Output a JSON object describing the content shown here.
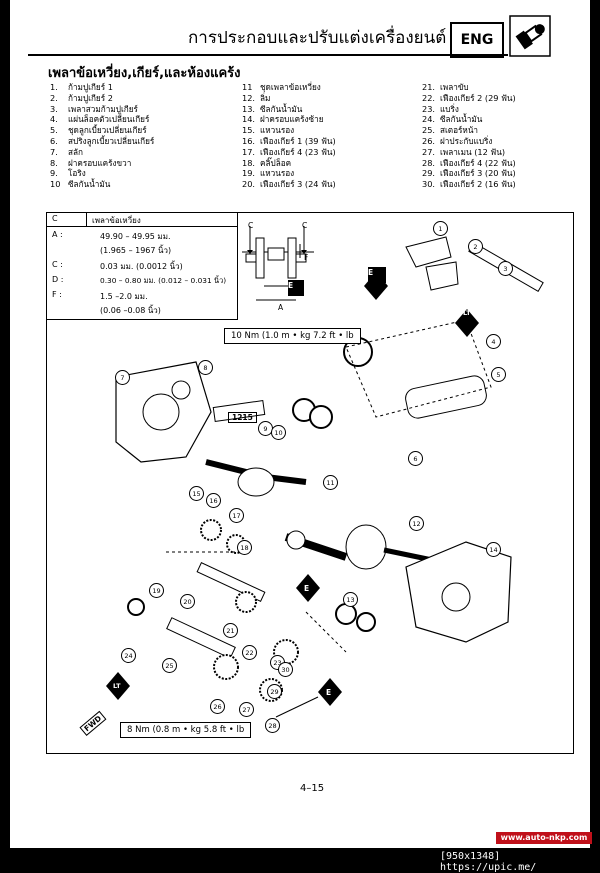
{
  "header": {
    "title": "การประกอบและปรับแต่งเครื่องยนต์",
    "section_badge": "ENG",
    "section_icon": "engine-icon"
  },
  "subtitle": "เพลาข้อเหวี่ยง,เกียร์,และห้องแคร้ง",
  "parts_columns": [
    [
      {
        "num": "1.",
        "name": "ก้ามปูเกียร์ 1"
      },
      {
        "num": "2.",
        "name": "ก้ามปูเกียร์ 2"
      },
      {
        "num": "3.",
        "name": "เพลาสวมก้ามปูเกียร์"
      },
      {
        "num": "4.",
        "name": "แผ่นล็อคตัวเปลี่ยนเกียร์"
      },
      {
        "num": "5.",
        "name": "ชุดลูกเบี้ยวเปลี่ยนเกียร์"
      },
      {
        "num": "6.",
        "name": "สปริงลูกเบี้ยวเปลี่ยนเกียร์"
      },
      {
        "num": "7.",
        "name": "สลัก"
      },
      {
        "num": "8.",
        "name": "ฝาครอบแคร้งขวา"
      },
      {
        "num": "9.",
        "name": "โอริง"
      },
      {
        "num": "10",
        "name": "ซีลกันน้ำมัน"
      }
    ],
    [
      {
        "num": "11",
        "name": "ชุดเพลาข้อเหวี่ยง"
      },
      {
        "num": "12.",
        "name": "ลิ่ม"
      },
      {
        "num": "13.",
        "name": "ซีลกันน้ำมัน"
      },
      {
        "num": "14.",
        "name": "ฝาครอบแคร้งซ้าย"
      },
      {
        "num": "15.",
        "name": "แหวนรอง"
      },
      {
        "num": "16.",
        "name": "เฟืองเกียร์ 1 (39 ฟัน)"
      },
      {
        "num": "17.",
        "name": "เฟืองเกียร์ 4 (23 ฟัน)"
      },
      {
        "num": "18.",
        "name": "คลิ๊ปล็อค"
      },
      {
        "num": "19.",
        "name": "แหวนรอง"
      },
      {
        "num": "20.",
        "name": "เฟืองเกียร์ 3 (24 ฟัน)"
      }
    ],
    [
      {
        "num": "21.",
        "name": "เพลาขับ"
      },
      {
        "num": "22.",
        "name": "เฟืองเกียร์ 2 (29 ฟัน)"
      },
      {
        "num": "23.",
        "name": "แบริ่ง"
      },
      {
        "num": "24.",
        "name": "ซีลกันน้ำมัน"
      },
      {
        "num": "25.",
        "name": "สเตอร์หน้า"
      },
      {
        "num": "26.",
        "name": "ฝาประกับแบริ่ง"
      },
      {
        "num": "27.",
        "name": "เพลาเมน (12 ฟัน)"
      },
      {
        "num": "28.",
        "name": "เฟืองเกียร์ 4 (22 ฟัน)"
      },
      {
        "num": "29.",
        "name": "เฟืองเกียร์ 3 (20 ฟัน)"
      },
      {
        "num": "30.",
        "name": "เฟืองเกียร์ 2 (16 ฟัน)"
      }
    ]
  ],
  "spec": {
    "head_c": "C",
    "head_value": "เพลาข้อเหวี่ยง",
    "rows": [
      {
        "key": "A :",
        "line1": "49.90 – 49.95 มม.",
        "line2": "(1.965 – 1967 นิ้ว)"
      },
      {
        "key": "C :",
        "line1": "0.03 มม. (0.0012 นิ้ว)",
        "line2": ""
      },
      {
        "key": "D :",
        "line1": "0.30 – 0.80  มม. (0.012 – 0.031 นิ้ว)",
        "line2": ""
      },
      {
        "key": "F :",
        "line1": "1.5 –2.0 มม.",
        "line2": "(0.06 –0.08 นิ้ว)"
      }
    ],
    "dim_labels": {
      "c1": "C",
      "c2": "C",
      "f": "F",
      "d": "D",
      "a": "A"
    }
  },
  "torques": {
    "top": "10 Nm (1.0 m • kg 7.2 ft • lb",
    "bottom": "8 Nm (0.8 m • kg 5.8 ft • lb"
  },
  "markers": {
    "e": "E",
    "lt": "LT",
    "fwd": "FWD",
    "sealant": "1215",
    "a_tag": "A"
  },
  "callouts": [
    "1",
    "2",
    "3",
    "4",
    "5",
    "6",
    "7",
    "8",
    "9",
    "10",
    "11",
    "12",
    "13",
    "14",
    "15",
    "16",
    "17",
    "18",
    "19",
    "20",
    "21",
    "22",
    "23",
    "24",
    "25",
    "26",
    "27",
    "28",
    "29",
    "30"
  ],
  "footer": {
    "page_number": "4–15",
    "website": "www.auto-nkp.com",
    "watermark": "[950x1348] https://upic.me/"
  }
}
